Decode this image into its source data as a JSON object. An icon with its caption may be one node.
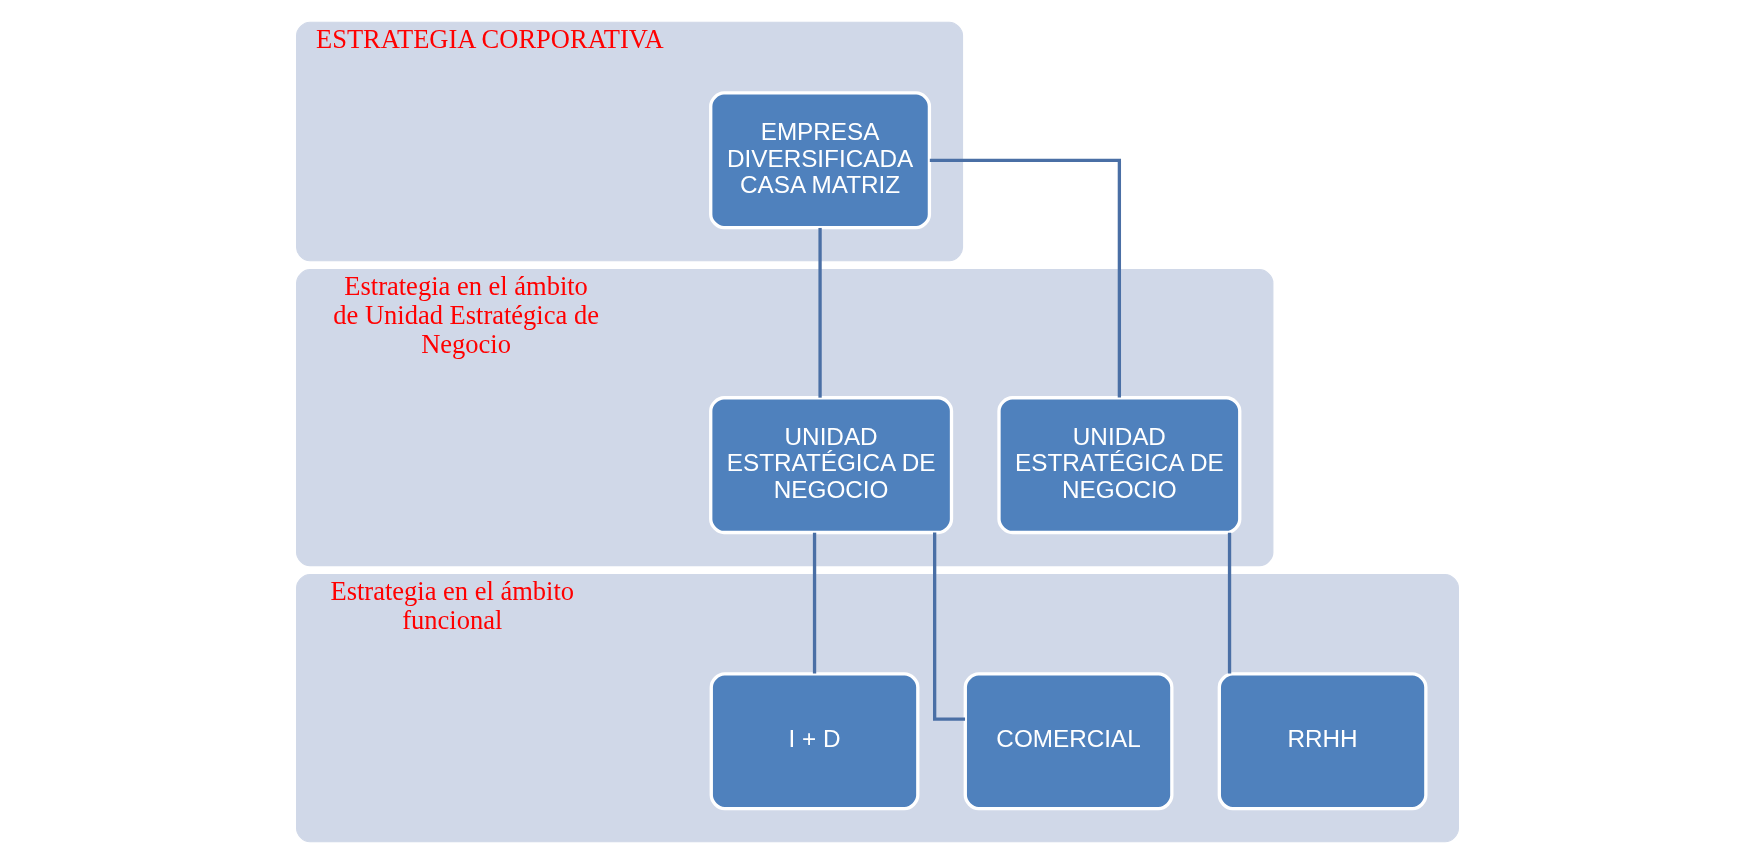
{
  "diagram": {
    "nodes": [
      {
        "text": [
          "ESTRATEGIA CORPORATIVA"
        ]
      },
      {
        "text": [
          "EMPRESA DIVERSIFICADA CASA MATRIZ"
        ],
        "in": 0
      },
      {
        "text": [
          "Estrategia en el ámbito de Unidad Estratégica de Negocio"
        ]
      },
      {
        "text": [
          "UNIDAD ESTRATÉGICA DE NEGOCIO"
        ],
        "in": 2
      },
      {
        "text": [
          "UNIDAD ESTRATÉGICA DE NEGOCIO"
        ],
        "in": 2
      },
      {
        "text": [
          "Estrategia en el ámbito funcional"
        ]
      },
      {
        "text": [
          "I + D"
        ],
        "in": 5
      },
      {
        "text": [
          "COMERCIAL"
        ],
        "in": 5
      },
      {
        "text": [
          "RRHH"
        ],
        "in": 5
      }
    ],
    "edges": [
      {
        "from": 1,
        "to": 3,
        "arrow": "none"
      },
      {
        "from": 1,
        "to": 4,
        "arrow": "none"
      },
      {
        "from": 3,
        "to": 6,
        "arrow": "none"
      },
      {
        "from": 3,
        "to": 7,
        "arrow": "none"
      },
      {
        "from": 4,
        "to": 8,
        "arrow": "none"
      }
    ]
  }
}
